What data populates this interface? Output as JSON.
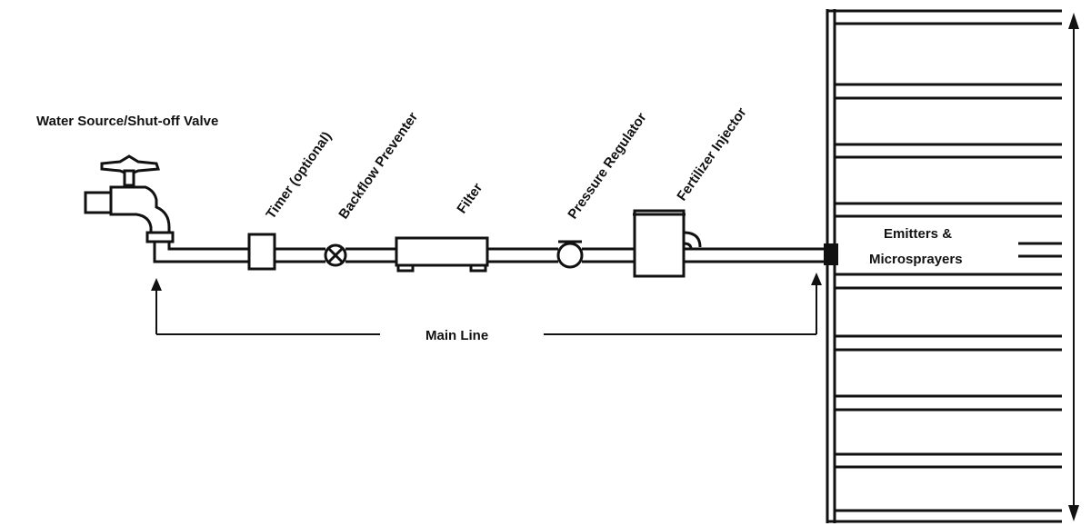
{
  "labels": {
    "water_source": "Water Source/Shut-off Valve",
    "timer": "Timer (optional)",
    "backflow": "Backflow Preventer",
    "filter": "Filter",
    "pressure": "Pressure Regulator",
    "fertilizer": "Fertilizer Injector",
    "emitters_line1": "Emitters &",
    "emitters_line2": "Microsprayers",
    "main_line": "Main Line"
  }
}
